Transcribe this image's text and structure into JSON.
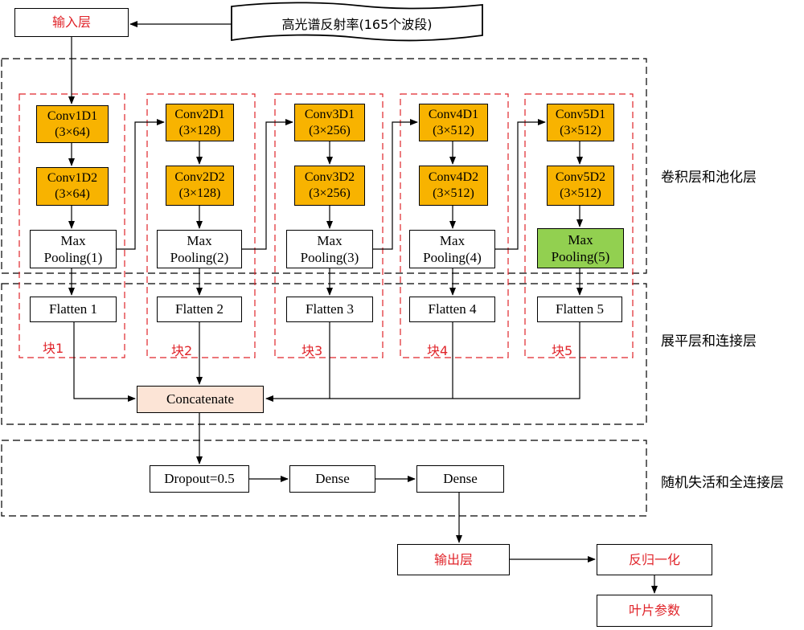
{
  "input": {
    "label": "输入层",
    "source": "高光谱反射率(165个波段)"
  },
  "blocks": [
    {
      "conv1": "Conv1D1\n(3×64)",
      "conv2": "Conv1D2\n(3×64)",
      "pool": "Max\nPooling(1)",
      "flatten": "Flatten 1",
      "name": "块1"
    },
    {
      "conv1": "Conv2D1\n(3×128)",
      "conv2": "Conv2D2\n(3×128)",
      "pool": "Max\nPooling(2)",
      "flatten": "Flatten 2",
      "name": "块2"
    },
    {
      "conv1": "Conv3D1\n(3×256)",
      "conv2": "Conv3D2\n(3×256)",
      "pool": "Max\nPooling(3)",
      "flatten": "Flatten 3",
      "name": "块3"
    },
    {
      "conv1": "Conv4D1\n(3×512)",
      "conv2": "Conv4D2\n(3×512)",
      "pool": "Max\nPooling(4)",
      "flatten": "Flatten 4",
      "name": "块4"
    },
    {
      "conv1": "Conv5D1\n(3×512)",
      "conv2": "Conv5D2\n(3×512)",
      "pool": "Max\nPooling(5)",
      "flatten": "Flatten 5",
      "name": "块5"
    }
  ],
  "concatenate": "Concatenate",
  "dropout": "Dropout=0.5",
  "dense1": "Dense",
  "dense2": "Dense",
  "output": "输出层",
  "denorm": "反归一化",
  "params": "叶片参数",
  "sections": {
    "conv_pool": "卷积层和池化层",
    "flatten_concat": "展平层和连接层",
    "dropout_dense": "随机失活和全连接层"
  },
  "colors": {
    "conv": "#F8B300",
    "final_pool": "#92D050",
    "concatenate": "#FCE4D6",
    "accent_red": "#E0242A"
  }
}
